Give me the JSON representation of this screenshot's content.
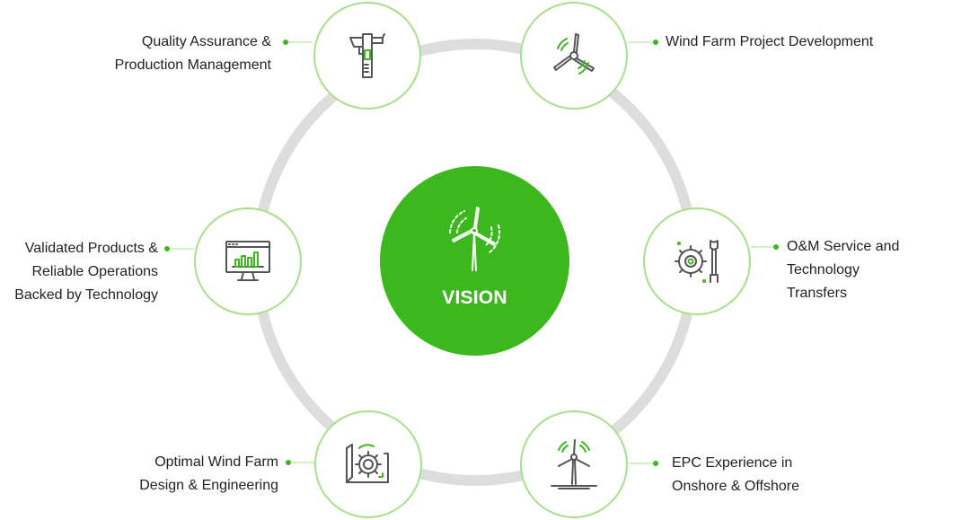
{
  "center": {
    "title": "VISION",
    "icon": "wind-turbine-icon"
  },
  "nodes": [
    {
      "id": "quality",
      "icon": "caliper-icon",
      "lines": [
        "Quality Assurance &",
        "Production Management"
      ]
    },
    {
      "id": "project-development",
      "icon": "wind-turbine-rotor-icon",
      "lines": [
        "Wind Farm Project Development"
      ]
    },
    {
      "id": "om-service",
      "icon": "gear-wrench-icon",
      "lines": [
        "O&M Service and",
        "Technology",
        "Transfers"
      ]
    },
    {
      "id": "epc",
      "icon": "wind-turbine-tower-icon",
      "lines": [
        "EPC Experience in",
        "Onshore & Offshore"
      ]
    },
    {
      "id": "design",
      "icon": "blueprint-gear-icon",
      "lines": [
        "Optimal Wind Farm",
        "Design & Engineering"
      ]
    },
    {
      "id": "validated",
      "icon": "monitor-chart-icon",
      "lines": [
        "Validated Products &",
        "Reliable Operations",
        "Backed by Technology"
      ]
    }
  ],
  "colors": {
    "accent": "#3cb81e",
    "node_border": "#a7e08a",
    "ring": "#dddddd",
    "icon_stroke": "#555555",
    "text": "#222222"
  }
}
